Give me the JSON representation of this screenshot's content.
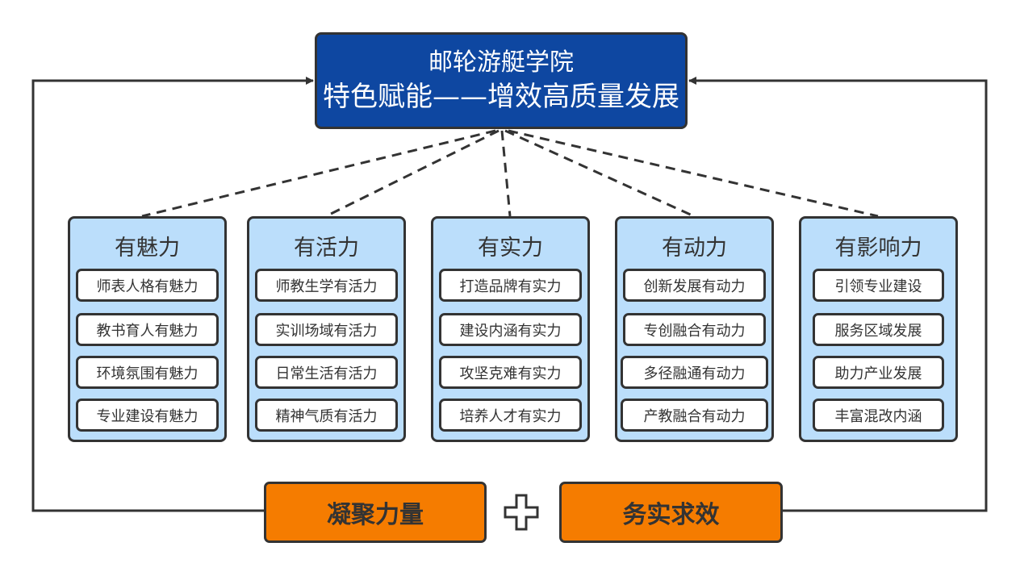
{
  "top": {
    "line1": "邮轮游艇学院",
    "line2": "特色赋能——增效高质量发展",
    "fill": "#0E47A1"
  },
  "categories": [
    {
      "title": "有魅力",
      "items": [
        "师表人格有魅力",
        "教书育人有魅力",
        "环境氛围有魅力",
        "专业建设有魅力"
      ]
    },
    {
      "title": "有活力",
      "items": [
        "师教生学有活力",
        "实训场域有活力",
        "日常生活有活力",
        "精神气质有活力"
      ]
    },
    {
      "title": "有实力",
      "items": [
        "打造品牌有实力",
        "建设内涵有实力",
        "攻坚克难有实力",
        "培养人才有实力"
      ]
    },
    {
      "title": "有动力",
      "items": [
        "创新发展有动力",
        "专创融合有动力",
        "多径融通有动力",
        "产教融合有动力"
      ]
    },
    {
      "title": "有影响力",
      "items": [
        "引领专业建设",
        "服务区域发展",
        "助力产业发展",
        "丰富混改内涵"
      ]
    }
  ],
  "bottom": {
    "left": "凝聚力量",
    "right": "务实求效",
    "plus_icon": "plus-icon",
    "fill": "#F57C00"
  },
  "colors": {
    "category_fill": "#BBDEFB",
    "stroke": "#333333"
  }
}
